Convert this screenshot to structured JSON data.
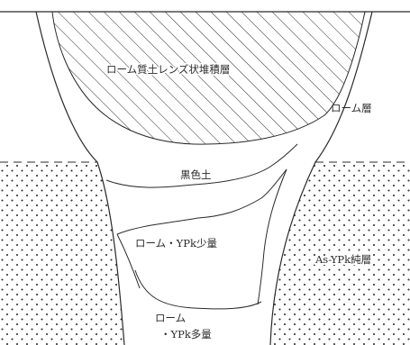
{
  "colors": {
    "ink": "#2a2a2a",
    "background": "#ffffff"
  },
  "labels": {
    "loam_lens": "ローム質土レンズ状堆積層",
    "loam_layer": "ローム層",
    "black_soil": "黒色土",
    "loam_ypk_little": "ローム・YPk少量",
    "as_ypk_pure": "As-YPk純層",
    "loam_ypk_much_line1": "ローム",
    "loam_ypk_much_line2": "・YPk多量"
  }
}
